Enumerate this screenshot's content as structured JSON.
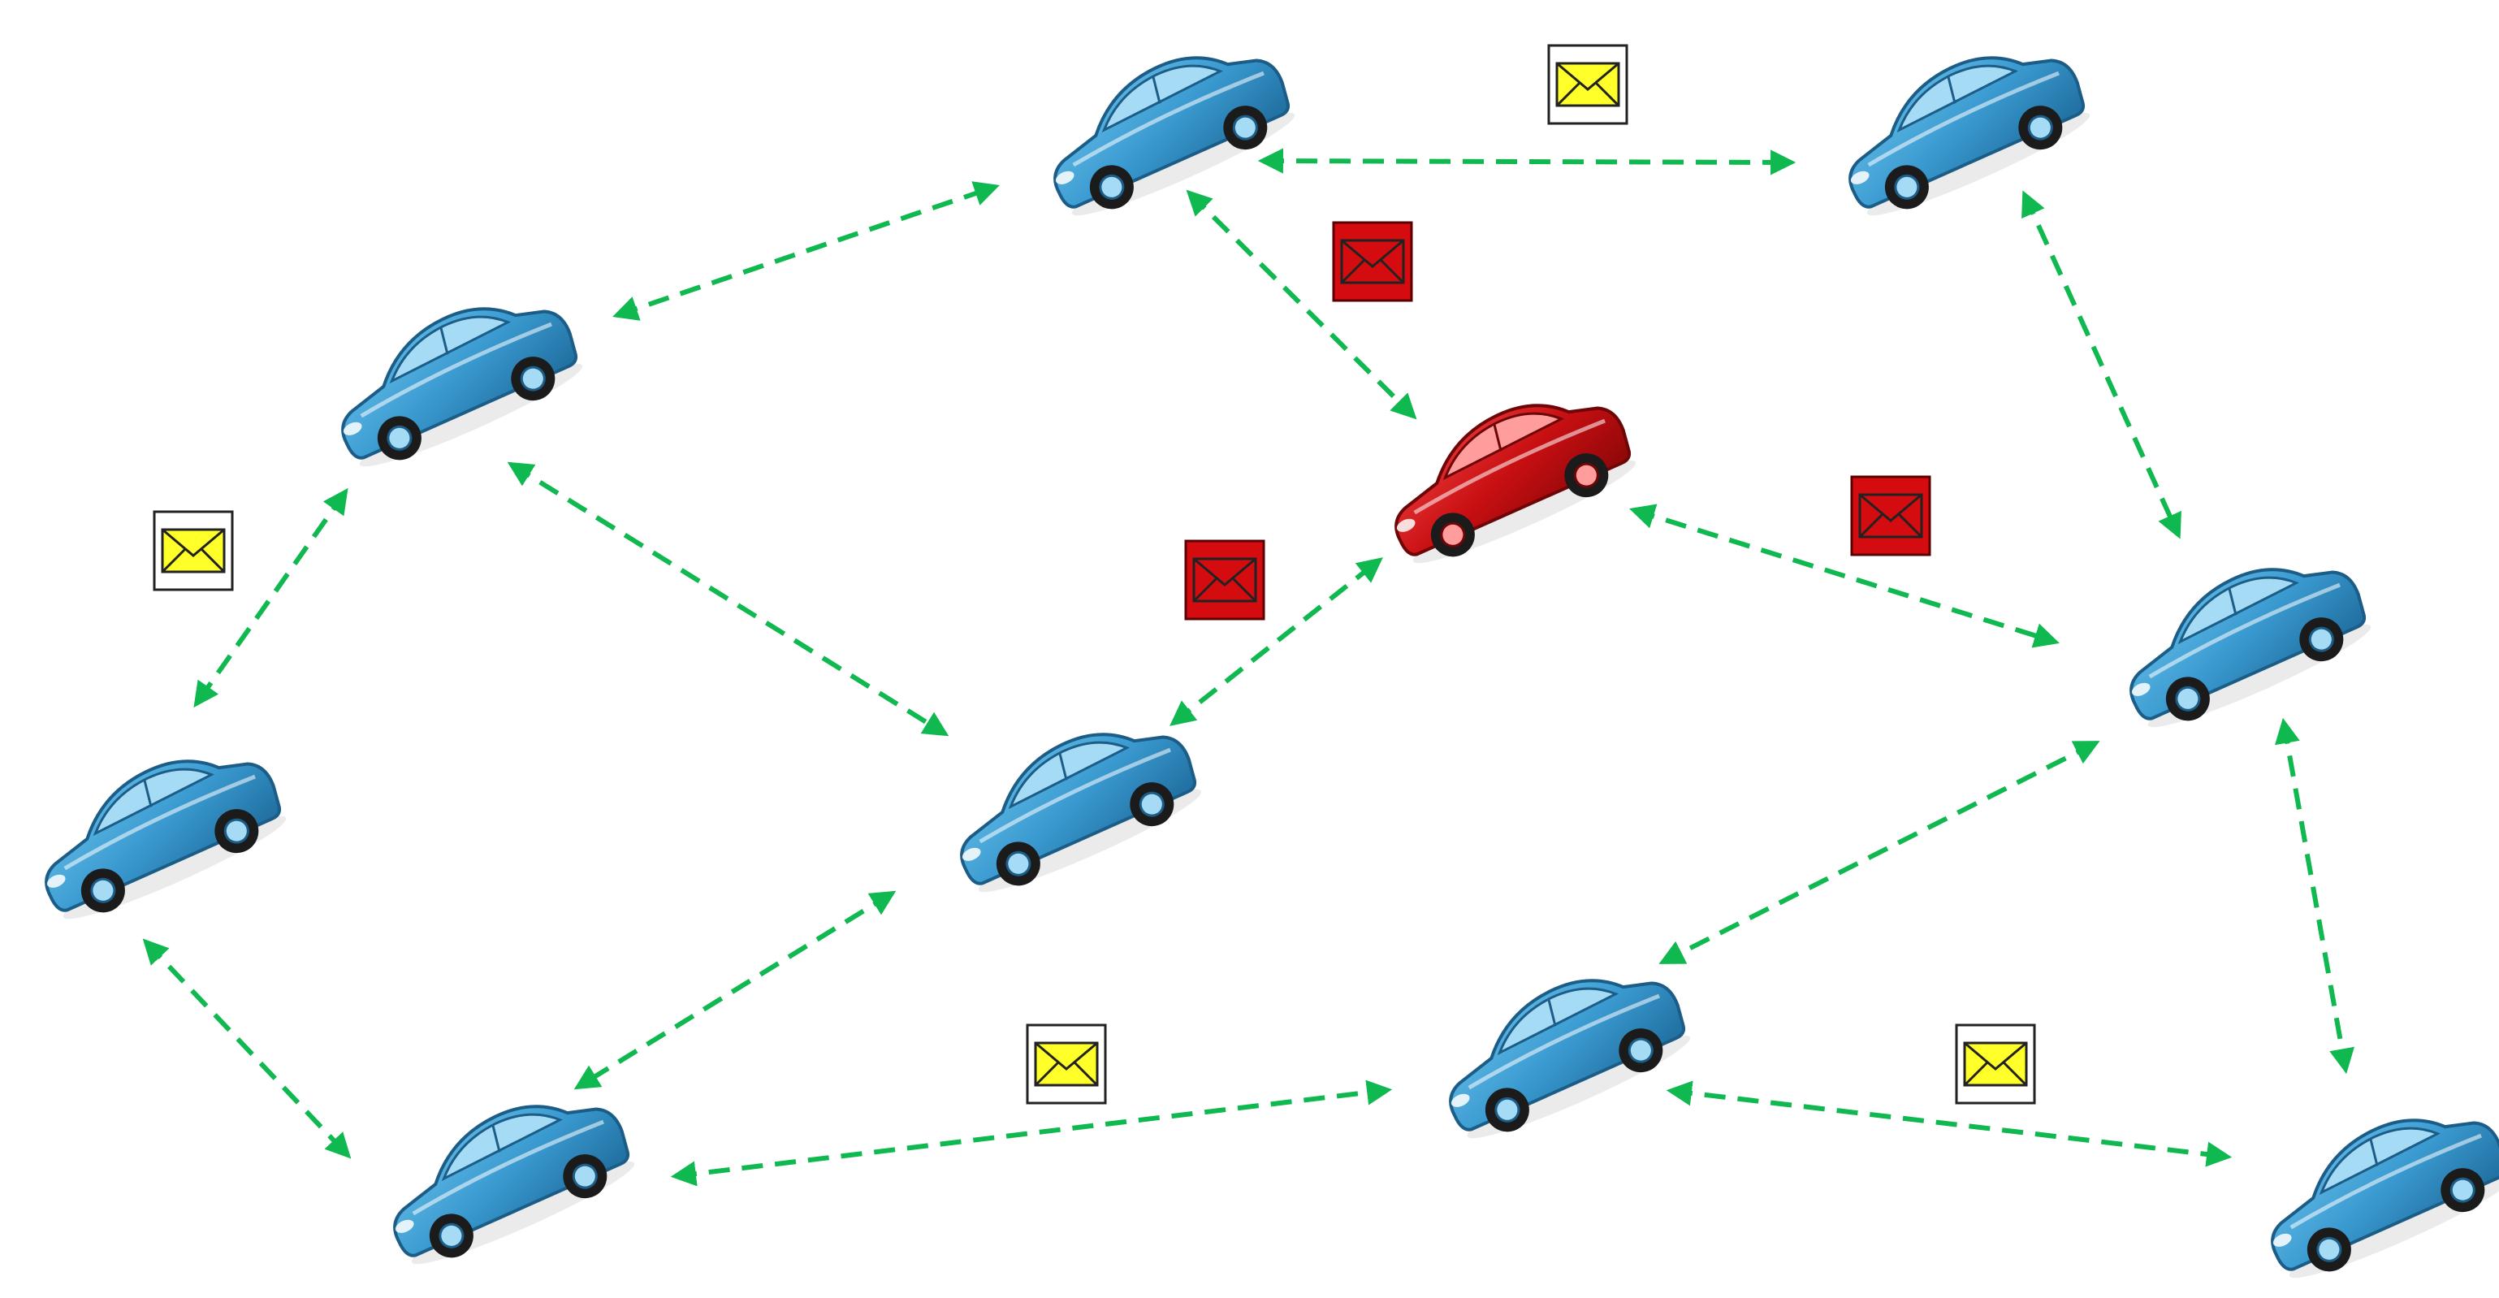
{
  "colors": {
    "background": "#ffffff",
    "link_arrow": "#10b850",
    "normal_car_body": "#3a9ad0",
    "normal_car_light": "#a6dbf5",
    "normal_car_dark": "#1c5d88",
    "malicious_car_body": "#c80f12",
    "malicious_car_light": "#ff9c9c",
    "malicious_car_dark": "#6e0608",
    "normal_message_fill": "#ffff2a",
    "malicious_message_fill": "#d40c10"
  },
  "icons": {
    "vehicle": "car-icon",
    "message": "envelope-icon"
  },
  "vehicles": [
    {
      "id": "car-top-middle",
      "type": "normal"
    },
    {
      "id": "car-top-right",
      "type": "normal"
    },
    {
      "id": "car-upper-left",
      "type": "normal"
    },
    {
      "id": "car-center-malicious",
      "type": "malicious"
    },
    {
      "id": "car-right",
      "type": "normal"
    },
    {
      "id": "car-far-left",
      "type": "normal"
    },
    {
      "id": "car-center",
      "type": "normal"
    },
    {
      "id": "car-bottom-middle",
      "type": "normal"
    },
    {
      "id": "car-bottom-left",
      "type": "normal"
    },
    {
      "id": "car-bottom-right",
      "type": "normal"
    }
  ],
  "links": [
    {
      "from": "car-upper-left",
      "to": "car-top-middle"
    },
    {
      "from": "car-top-middle",
      "to": "car-top-right"
    },
    {
      "from": "car-top-middle",
      "to": "car-center-malicious"
    },
    {
      "from": "car-top-right",
      "to": "car-right"
    },
    {
      "from": "car-upper-left",
      "to": "car-far-left"
    },
    {
      "from": "car-upper-left",
      "to": "car-center"
    },
    {
      "from": "car-center",
      "to": "car-center-malicious"
    },
    {
      "from": "car-center-malicious",
      "to": "car-right"
    },
    {
      "from": "car-far-left",
      "to": "car-bottom-left"
    },
    {
      "from": "car-center",
      "to": "car-bottom-left"
    },
    {
      "from": "car-right",
      "to": "car-bottom-middle"
    },
    {
      "from": "car-right",
      "to": "car-bottom-right"
    },
    {
      "from": "car-bottom-left",
      "to": "car-bottom-middle"
    },
    {
      "from": "car-bottom-middle",
      "to": "car-bottom-right"
    }
  ],
  "messages": [
    {
      "id": "msg-top",
      "type": "normal"
    },
    {
      "id": "msg-left",
      "type": "normal"
    },
    {
      "id": "msg-malicious-top",
      "type": "malicious"
    },
    {
      "id": "msg-malicious-left",
      "type": "malicious"
    },
    {
      "id": "msg-malicious-right",
      "type": "malicious"
    },
    {
      "id": "msg-bottom-left",
      "type": "normal"
    },
    {
      "id": "msg-bottom-right",
      "type": "normal"
    }
  ]
}
